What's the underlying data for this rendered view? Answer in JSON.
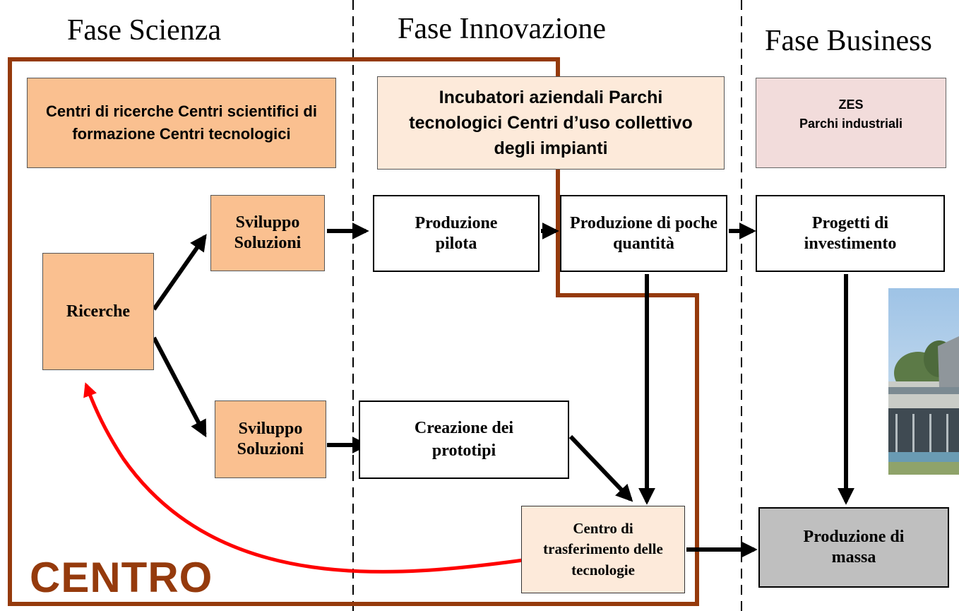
{
  "phases": {
    "science": "Fase Scienza",
    "innovation": "Fase Innovazione",
    "business": "Fase Business"
  },
  "institutions": {
    "science": "Centri di ricerche Centri scientifici di formazione Centri tecnologici",
    "innovation": "Incubatori aziendali Parchi tecnologici Centri d’uso collettivo degli impianti",
    "business_line1": "ZES",
    "business_line2": "Parchi industriali"
  },
  "nodes": {
    "ricerche": "Ricerche",
    "sviluppo_top": "Sviluppo Soluzioni",
    "sviluppo_bottom": "Sviluppo Soluzioni",
    "produzione_pilota": "Produzione pilota",
    "poche_quantita": "Produzione di poche quantità",
    "progetti": "Progetti di investimento",
    "prototipi": "Creazione dei prototipi",
    "trasferimento": "Centro di trasferimento delle tecnologie",
    "massa": "Produzione di massa"
  },
  "centro_label": "CENTRO",
  "colors": {
    "peach": "#fac090",
    "light_peach": "#fdeada",
    "pink": "#f2dcdb",
    "gray": "#bfbfbf",
    "centro_border": "#953a0c",
    "feedback_arrow": "#ff0000"
  }
}
